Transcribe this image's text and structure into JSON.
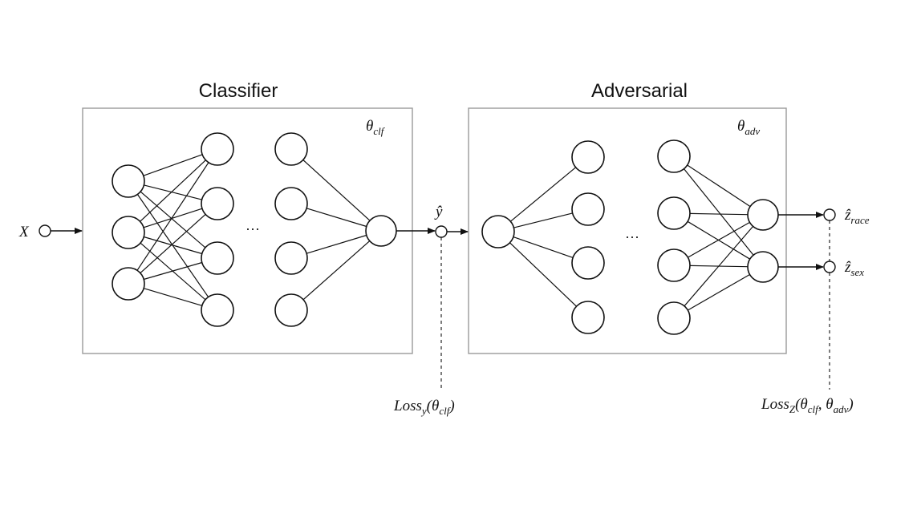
{
  "classifier": {
    "title": "Classifier",
    "param": "θ",
    "param_sub": "clf"
  },
  "adversarial": {
    "title": "Adversarial",
    "param": "θ",
    "param_sub": "adv"
  },
  "input": {
    "label": "X"
  },
  "output_y": {
    "label": "ŷ"
  },
  "ellipsis": "···",
  "outputs_z": [
    {
      "label": "ẑ",
      "sub": "race"
    },
    {
      "label": "ẑ",
      "sub": "sex"
    }
  ],
  "loss_y": {
    "prefix": "Loss",
    "sub": "y",
    "arg": "(θ",
    "arg_sub": "clf",
    "close": ")"
  },
  "loss_z": {
    "prefix": "Loss",
    "sub": "Z",
    "arg": "(θ",
    "arg_sub1": "clf",
    "mid": ", θ",
    "arg_sub2": "adv",
    "close": ")"
  }
}
